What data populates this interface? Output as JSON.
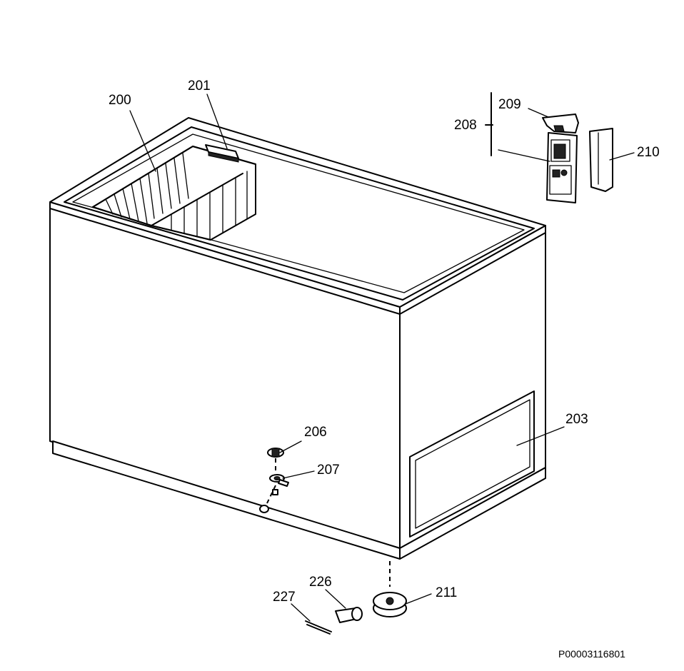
{
  "diagram": {
    "part_labels": {
      "p200": "200",
      "p201": "201",
      "p203": "203",
      "p206": "206",
      "p207": "207",
      "p208": "208",
      "p209": "209",
      "p210": "210",
      "p211": "211",
      "p226": "226",
      "p227": "227"
    },
    "drawing_code": "P00003116801"
  }
}
